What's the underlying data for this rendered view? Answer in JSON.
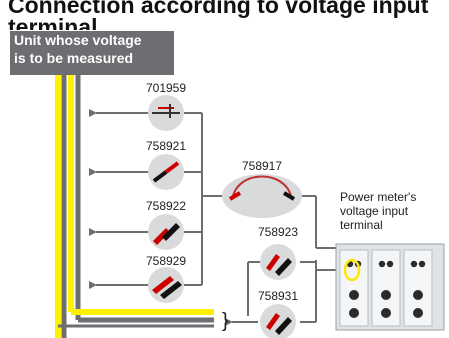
{
  "title": {
    "line1": "Connection according to voltage input",
    "line2": "terminal"
  },
  "unit_box": {
    "line1": "Unit whose voltage",
    "line2": "is to be measured"
  },
  "probes_left": [
    "701959",
    "758921",
    "758922",
    "758929"
  ],
  "probes_middle": [
    "758917"
  ],
  "probes_right": [
    "758923",
    "758931"
  ],
  "power_meter": {
    "line1": "Power meter's",
    "line2": "voltage input",
    "line3": "terminal"
  },
  "colors": {
    "wire_gray": "#6d6e71",
    "wire_yellow": "#fff200",
    "icon_fill": "#d9dadb",
    "label_box": "#6d6e71",
    "highlight_ring": "#ffe600"
  }
}
